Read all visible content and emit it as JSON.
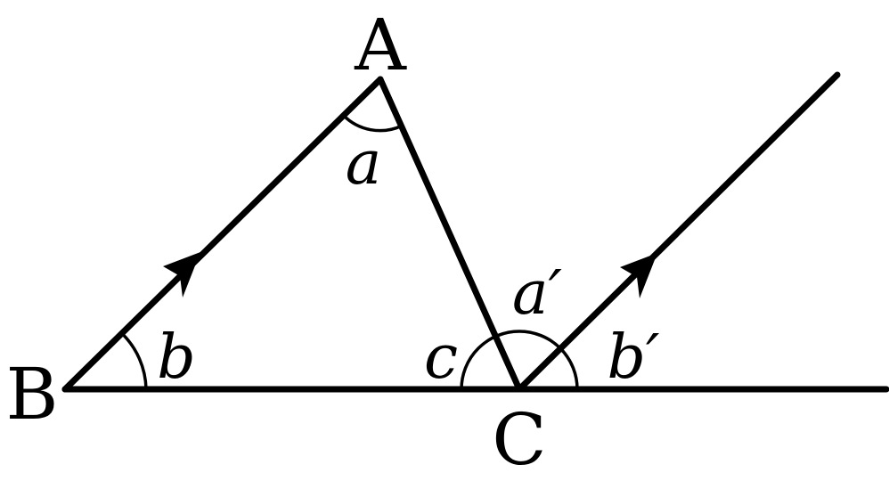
{
  "vertices": {
    "A": "A",
    "B": "B",
    "C": "C"
  },
  "angles": {
    "a": "a",
    "b": "b",
    "c": "c",
    "a_prime": "a′",
    "b_prime": "b′"
  },
  "colors": {
    "stroke": "#000000",
    "background": "#ffffff"
  },
  "icons": {
    "arrow": "arrowhead-icon"
  }
}
